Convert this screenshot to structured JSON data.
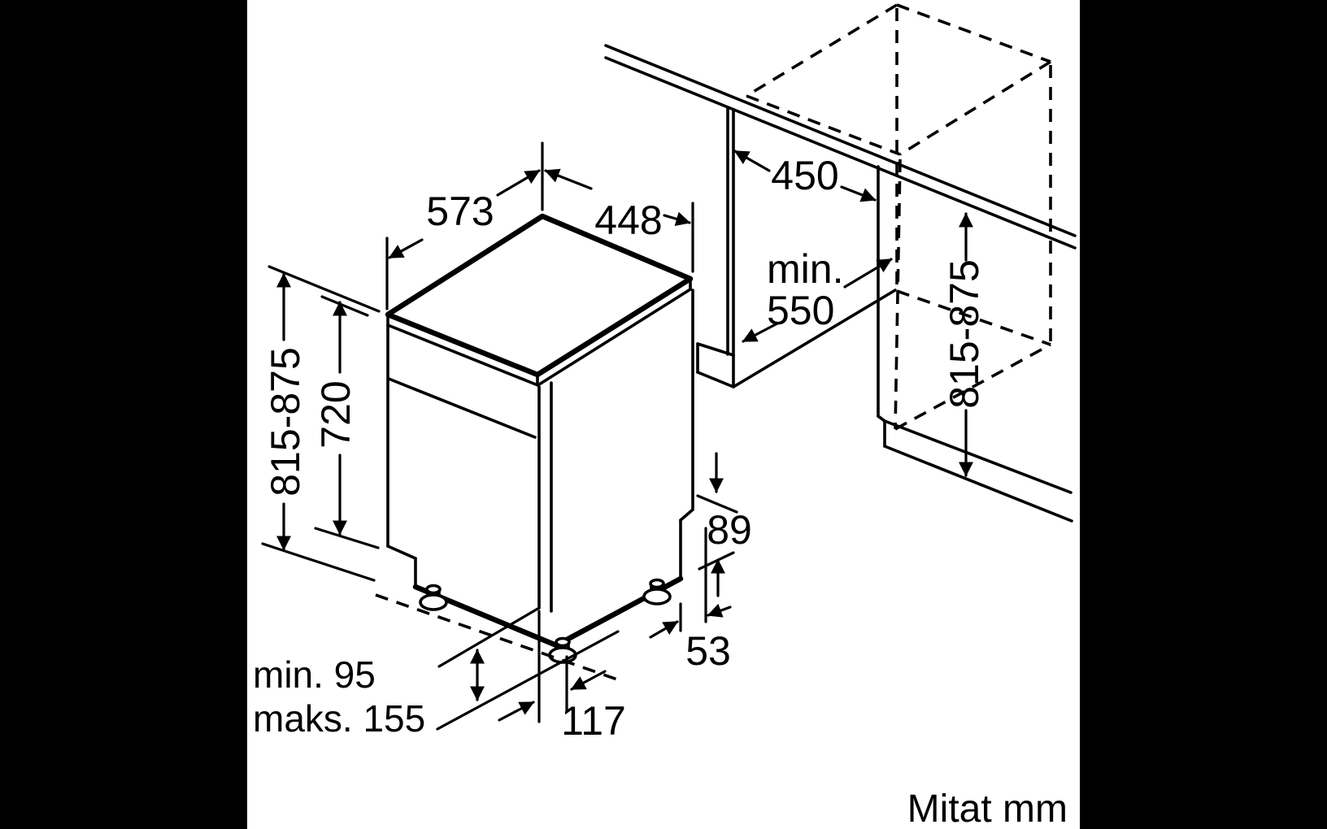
{
  "colors": {
    "ink": "#000000",
    "paper": "#ffffff",
    "matte": "#000000"
  },
  "figure": {
    "type": "installation-dimension-diagram",
    "units_note": "Mitat mm",
    "labels": {
      "top_depth": "573",
      "top_width": "448",
      "overall_height": "815-875",
      "door_height": "720",
      "niche_width": "450",
      "niche_depth_prefix": "min.",
      "niche_depth_value": "550",
      "niche_height": "815-875",
      "rear_panel_notch": "89",
      "rear_foot_offset": "53",
      "front_foot_offset": "117",
      "plinth_clearance_min": "min. 95",
      "plinth_clearance_max": "maks. 155"
    }
  }
}
